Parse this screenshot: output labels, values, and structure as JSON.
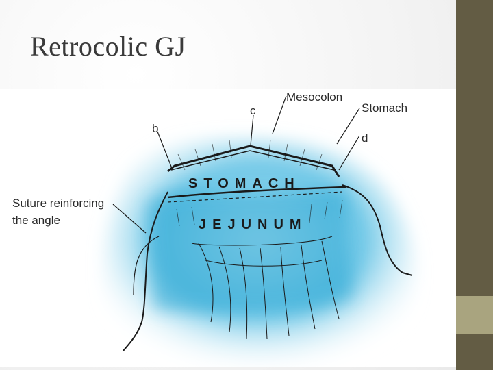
{
  "slide": {
    "title": "Retrocolic GJ",
    "colors": {
      "sidebar_dark": "#635c44",
      "sidebar_light": "#a9a47f",
      "tissue_blue": "#2fa8d4"
    }
  },
  "diagram": {
    "labels": {
      "mesocolon": "Mesocolon",
      "stomach_pointer": "Stomach",
      "letter_b": "b",
      "letter_c": "c",
      "letter_d": "d",
      "suture_line1": "Suture reinforcing",
      "suture_line2": "the angle",
      "stomach_organ": "STOMACH",
      "jejunum_organ": "JEJUNUM"
    }
  }
}
